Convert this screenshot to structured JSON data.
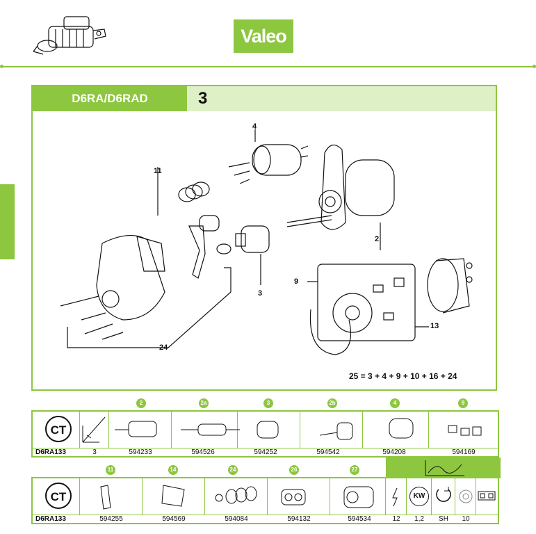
{
  "brand": {
    "logo_text": "Valeo",
    "accent": "#8dc63f",
    "accent_light": "#ddf0c6"
  },
  "panel": {
    "model": "D6RA/D6RAD",
    "plate_number": "3",
    "formula": "25 = 3 + 4 + 9 + 10 + 16 + 24"
  },
  "callouts": [
    "4",
    "11",
    "2",
    "3",
    "9",
    "13",
    "24"
  ],
  "table1": {
    "ct_label": "CT",
    "model_label": "D6RA133",
    "badges": [
      "2",
      "2a",
      "3",
      "2b",
      "4",
      "9"
    ],
    "first_ref": "3",
    "refs": [
      "594233",
      "594526",
      "594252",
      "594542",
      "594208",
      "594169"
    ]
  },
  "table2": {
    "ct_label": "CT",
    "model_label": "D6RA133",
    "badges": [
      "11",
      "14",
      "24",
      "26",
      "27"
    ],
    "refs": [
      "594255",
      "594569",
      "594084",
      "594132",
      "594534"
    ],
    "specs": [
      {
        "icon": "voltage-icon",
        "value": "12"
      },
      {
        "icon": "kw-icon",
        "label": "KW",
        "value": "1,2"
      },
      {
        "icon": "rotation-icon",
        "value": "SH"
      },
      {
        "icon": "gear-icon",
        "value": "10"
      },
      {
        "icon": "mounting-icon",
        "value": ""
      }
    ]
  }
}
